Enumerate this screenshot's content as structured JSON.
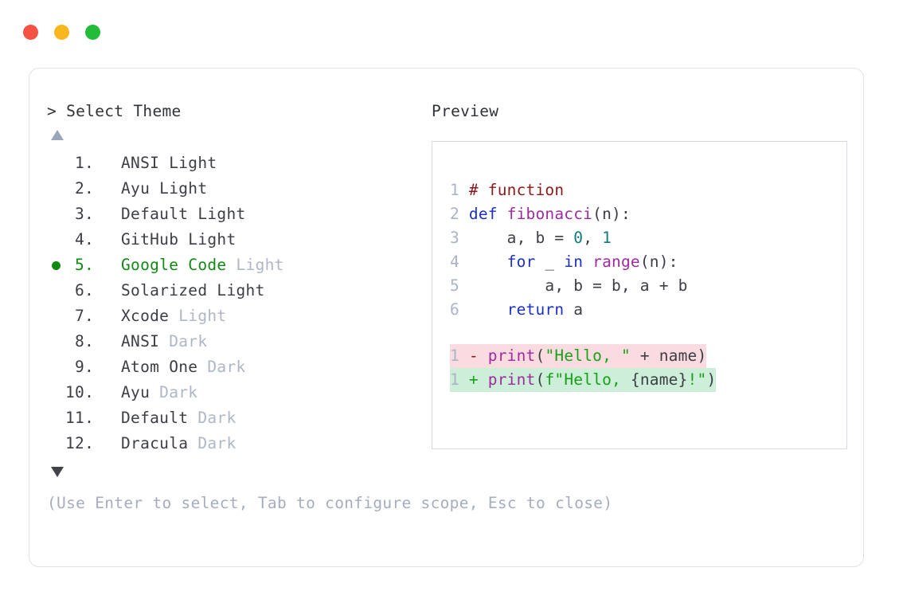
{
  "window": {
    "traffic_lights": [
      {
        "name": "close",
        "color": "#f55246"
      },
      {
        "name": "minimize",
        "color": "#f7b71d"
      },
      {
        "name": "maximize",
        "color": "#22bb3a"
      }
    ]
  },
  "prompt": {
    "marker": ">",
    "title": "Select Theme",
    "scroll_up_icon": "triangle-up-icon",
    "scroll_down_icon": "triangle-down-icon"
  },
  "themes": [
    {
      "index": "1.",
      "name": "ANSI",
      "variant": "Light",
      "variant_dim": false,
      "selected": false
    },
    {
      "index": "2.",
      "name": "Ayu",
      "variant": "Light",
      "variant_dim": false,
      "selected": false
    },
    {
      "index": "3.",
      "name": "Default",
      "variant": "Light",
      "variant_dim": false,
      "selected": false
    },
    {
      "index": "4.",
      "name": "GitHub",
      "variant": "Light",
      "variant_dim": false,
      "selected": false
    },
    {
      "index": "5.",
      "name": "Google Code",
      "variant": "Light",
      "variant_dim": true,
      "selected": true
    },
    {
      "index": "6.",
      "name": "Solarized",
      "variant": "Light",
      "variant_dim": false,
      "selected": false
    },
    {
      "index": "7.",
      "name": "Xcode",
      "variant": "Light",
      "variant_dim": true,
      "selected": false
    },
    {
      "index": "8.",
      "name": "ANSI",
      "variant": "Dark",
      "variant_dim": true,
      "selected": false
    },
    {
      "index": "9.",
      "name": "Atom One",
      "variant": "Dark",
      "variant_dim": true,
      "selected": false
    },
    {
      "index": "10.",
      "name": "Ayu",
      "variant": "Dark",
      "variant_dim": true,
      "selected": false
    },
    {
      "index": "11.",
      "name": "Default",
      "variant": "Dark",
      "variant_dim": true,
      "selected": false
    },
    {
      "index": "12.",
      "name": "Dracula",
      "variant": "Dark",
      "variant_dim": true,
      "selected": false
    }
  ],
  "footer": {
    "hint": "(Use Enter to select, Tab to configure scope, Esc to close)"
  },
  "preview": {
    "label": "Preview",
    "code_lines": [
      {
        "ln": "1",
        "tokens": [
          {
            "t": "# function",
            "c": "cmt"
          }
        ]
      },
      {
        "ln": "2",
        "tokens": [
          {
            "t": "def ",
            "c": "kw"
          },
          {
            "t": "fibonacci",
            "c": "fn"
          },
          {
            "t": "(n):",
            "c": "plain"
          }
        ]
      },
      {
        "ln": "3",
        "tokens": [
          {
            "t": "    a, b = ",
            "c": "plain"
          },
          {
            "t": "0",
            "c": "num2"
          },
          {
            "t": ", ",
            "c": "plain"
          },
          {
            "t": "1",
            "c": "num2"
          }
        ]
      },
      {
        "ln": "4",
        "tokens": [
          {
            "t": "    ",
            "c": "plain"
          },
          {
            "t": "for",
            "c": "kw"
          },
          {
            "t": " _ ",
            "c": "plain"
          },
          {
            "t": "in",
            "c": "kw"
          },
          {
            "t": " ",
            "c": "plain"
          },
          {
            "t": "range",
            "c": "fn"
          },
          {
            "t": "(n):",
            "c": "plain"
          }
        ]
      },
      {
        "ln": "5",
        "tokens": [
          {
            "t": "        a, b = b, a + b",
            "c": "plain"
          }
        ]
      },
      {
        "ln": "6",
        "tokens": [
          {
            "t": "    ",
            "c": "plain"
          },
          {
            "t": "return",
            "c": "kw"
          },
          {
            "t": " a",
            "c": "plain"
          }
        ]
      }
    ],
    "diff_lines": [
      {
        "ln": "1",
        "kind": "minus",
        "sign": "-",
        "tokens": [
          {
            "t": "print",
            "c": "fn"
          },
          {
            "t": "(",
            "c": "plain"
          },
          {
            "t": "\"Hello, \"",
            "c": "str"
          },
          {
            "t": " + name)",
            "c": "plain"
          }
        ]
      },
      {
        "ln": "1",
        "kind": "plus",
        "sign": "+",
        "tokens": [
          {
            "t": "print",
            "c": "fn"
          },
          {
            "t": "(",
            "c": "plain"
          },
          {
            "t": "f\"Hello, ",
            "c": "str"
          },
          {
            "t": "{name}",
            "c": "plain"
          },
          {
            "t": "!\"",
            "c": "str"
          },
          {
            "t": ")",
            "c": "plain"
          }
        ]
      }
    ]
  },
  "colors": {
    "comment": "#8b1a1a",
    "keyword": "#1c31c4",
    "function": "#a02ba0",
    "number": "#0f7c7b",
    "string": "#18a018",
    "line_number": "#a9b4c9",
    "diff_add_bg": "#cdeed9",
    "diff_del_bg": "#fadce0",
    "selected": "#108a12",
    "dim_text": "#aeb7c6"
  }
}
